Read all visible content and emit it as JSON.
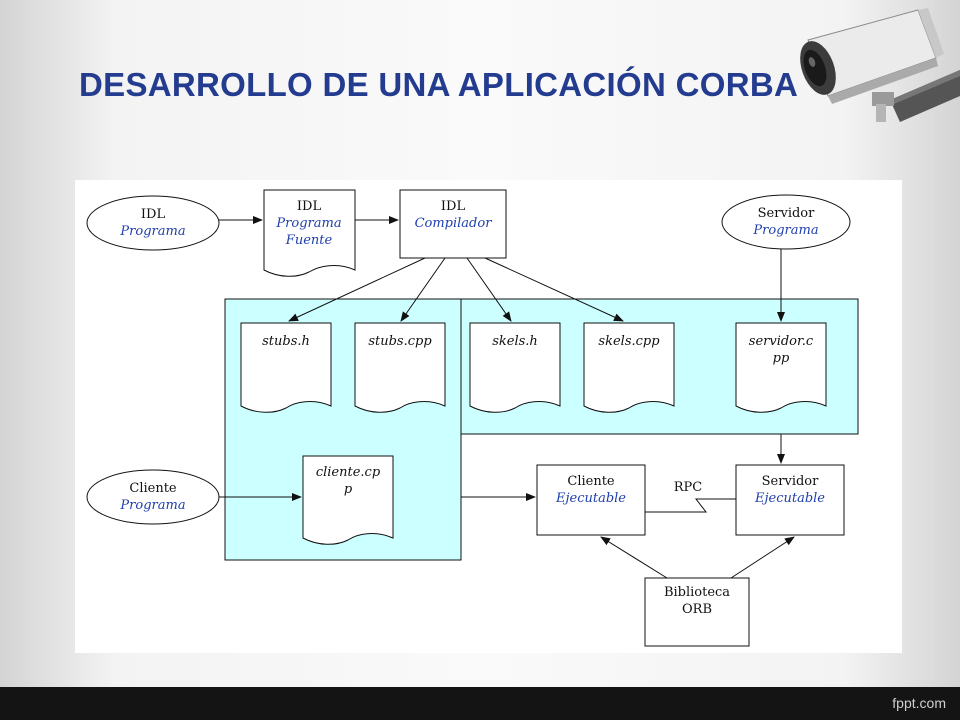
{
  "slide": {
    "title": "DESARROLLO DE UNA APLICACIÓN CORBA",
    "footer_brand": "fppt.com"
  },
  "colors": {
    "title": "#243c8f",
    "region_fill": "#ccffff",
    "italic_text": "#1f3fae"
  },
  "diagram": {
    "idl_programa": {
      "line1": "IDL",
      "line2": "Programa"
    },
    "idl_programa_fuente": {
      "line1": "IDL",
      "line2": "Programa",
      "line3": "Fuente"
    },
    "idl_compilador": {
      "line1": "IDL",
      "line2": "Compilador"
    },
    "servidor_programa": {
      "line1": "Servidor",
      "line2": "Programa"
    },
    "stubs_h": "stubs.h",
    "stubs_cpp": "stubs.cpp",
    "skels_h": "skels.h",
    "skels_cpp": "skels.cpp",
    "servidor_cpp": {
      "line1": "servidor.c",
      "line2": "pp"
    },
    "cliente_programa": {
      "line1": "Cliente",
      "line2": "Programa"
    },
    "cliente_cpp": {
      "line1": "cliente.cp",
      "line2": "p"
    },
    "cliente_ejecutable": {
      "line1": "Cliente",
      "line2": "Ejecutable"
    },
    "servidor_ejecutable": {
      "line1": "Servidor",
      "line2": "Ejecutable"
    },
    "rpc": "RPC",
    "biblioteca_orb": {
      "line1": "Biblioteca",
      "line2": "ORB"
    }
  }
}
